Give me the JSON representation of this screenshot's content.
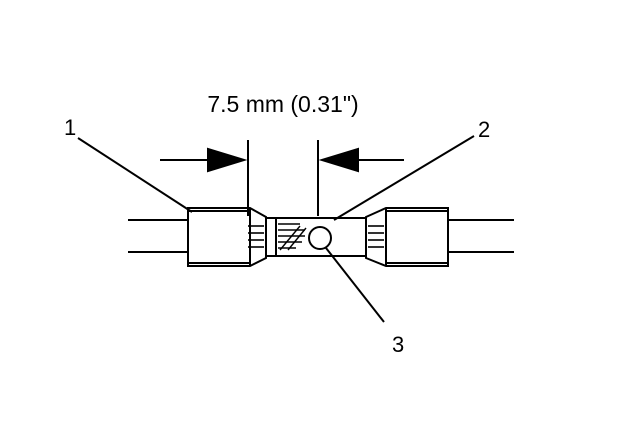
{
  "dimension": {
    "text": "7.5 mm (0.31\")"
  },
  "callouts": [
    {
      "number": "1"
    },
    {
      "number": "2"
    },
    {
      "number": "3"
    }
  ],
  "colors": {
    "ink": "#000000",
    "paper": "#ffffff"
  }
}
